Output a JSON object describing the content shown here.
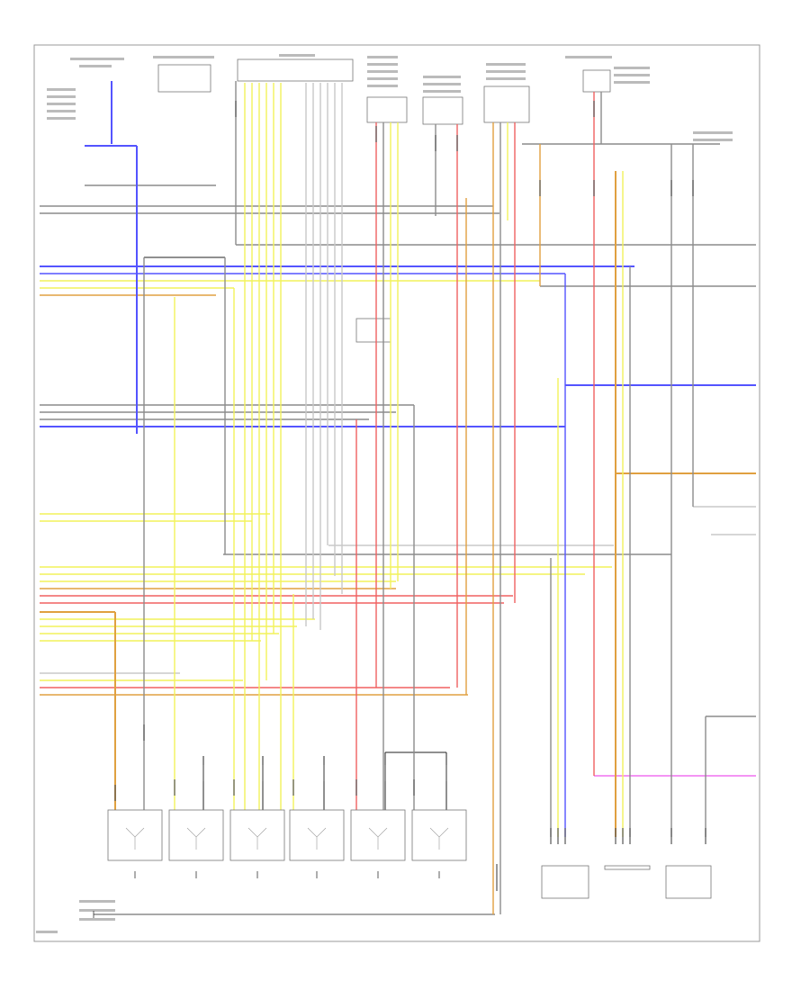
{
  "colors": {
    "blue": "#5454ff",
    "yellow": "#f2f25a",
    "red": "#f06060",
    "orange": "#e0a040",
    "pink": "#f070f0",
    "gray": "#8c8c8c",
    "black": "#222222",
    "tan": "#d9b48a",
    "light": "#c8c8c8"
  },
  "top_components": [
    "component-1",
    "component-2",
    "connector-block",
    "component-4",
    "component-5",
    "component-6",
    "component-7"
  ],
  "left_wire_groups": [
    {
      "name": "group-a",
      "count": 2
    },
    {
      "name": "group-b",
      "count": 5
    },
    {
      "name": "group-c",
      "count": 4
    },
    {
      "name": "group-d",
      "count": 2
    },
    {
      "name": "group-e",
      "count": 8
    },
    {
      "name": "group-f",
      "count": 4
    }
  ],
  "injectors": [
    "injector-1",
    "injector-2",
    "injector-3",
    "injector-4",
    "injector-5",
    "injector-6"
  ],
  "bottom_components": [
    "bottom-component-left",
    "bottom-component-middle",
    "bottom-component-right"
  ]
}
